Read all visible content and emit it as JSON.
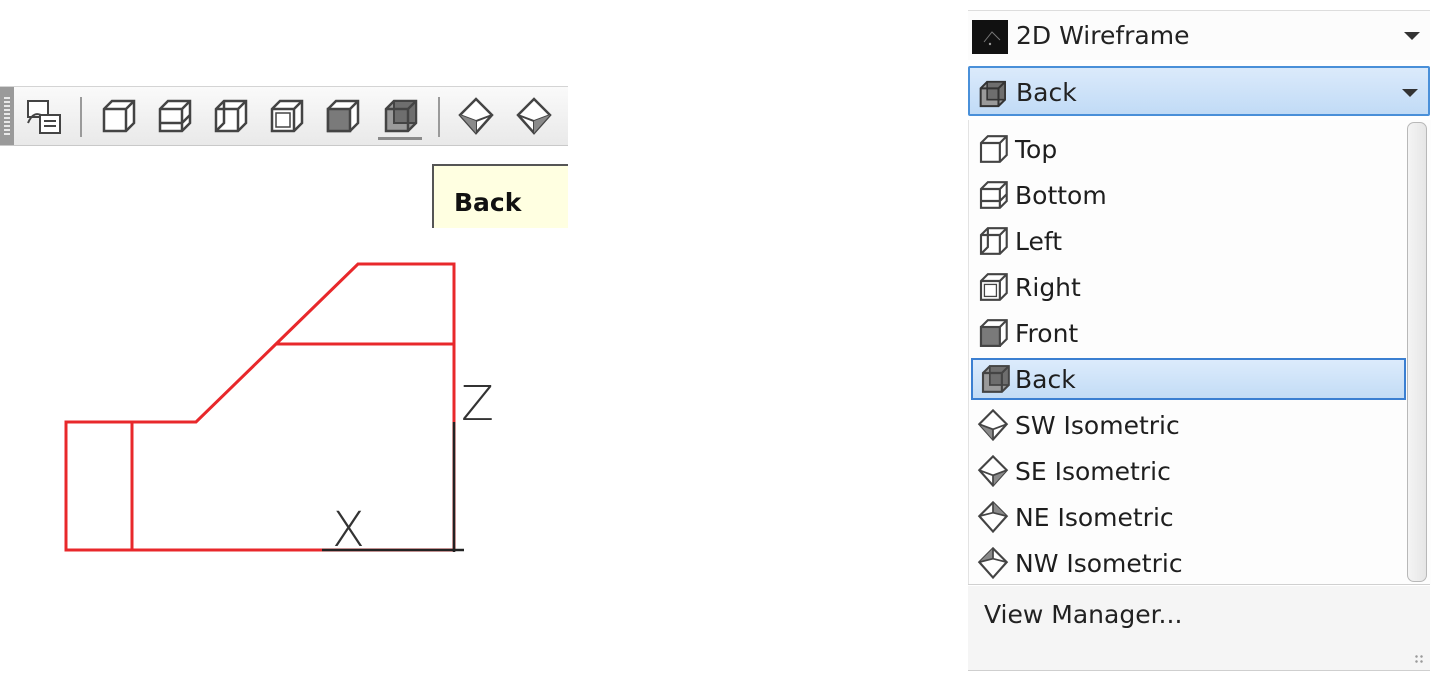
{
  "toolbar": {
    "buttons": [
      {
        "name": "named-views-button",
        "icon": "named-views-icon"
      },
      {
        "name": "top-view-button",
        "icon": "top-view-icon"
      },
      {
        "name": "bottom-view-button",
        "icon": "bottom-view-icon"
      },
      {
        "name": "left-view-button",
        "icon": "left-view-icon"
      },
      {
        "name": "right-view-button",
        "icon": "right-view-icon"
      },
      {
        "name": "front-view-button",
        "icon": "front-view-icon"
      },
      {
        "name": "back-view-button",
        "icon": "back-view-icon",
        "active": true
      },
      {
        "name": "sw-isometric-button",
        "icon": "sw-isometric-icon"
      },
      {
        "name": "se-isometric-button",
        "icon": "se-isometric-icon"
      }
    ],
    "tooltip": "Back"
  },
  "drawing": {
    "axis_z": "Z",
    "axis_x": "X",
    "line_color": "#e8282b"
  },
  "visual_style": {
    "label": "2D Wireframe",
    "icon": "wireframe-icon"
  },
  "view_combo": {
    "label": "Back",
    "icon": "back-view-icon"
  },
  "view_list": {
    "items": [
      {
        "label": "Top",
        "icon": "top-view-icon"
      },
      {
        "label": "Bottom",
        "icon": "bottom-view-icon"
      },
      {
        "label": "Left",
        "icon": "left-view-icon"
      },
      {
        "label": "Right",
        "icon": "right-view-icon"
      },
      {
        "label": "Front",
        "icon": "front-view-icon"
      },
      {
        "label": "Back",
        "icon": "back-view-icon",
        "selected": true
      },
      {
        "label": "SW Isometric",
        "icon": "sw-isometric-icon"
      },
      {
        "label": "SE Isometric",
        "icon": "se-isometric-icon"
      },
      {
        "label": "NE Isometric",
        "icon": "ne-isometric-icon"
      },
      {
        "label": "NW Isometric",
        "icon": "nw-isometric-icon"
      }
    ],
    "footer": "View Manager..."
  },
  "colors": {
    "selection": "#c3dcf5",
    "selection_border": "#3b7fd1",
    "tooltip_bg": "#ffffe1"
  }
}
